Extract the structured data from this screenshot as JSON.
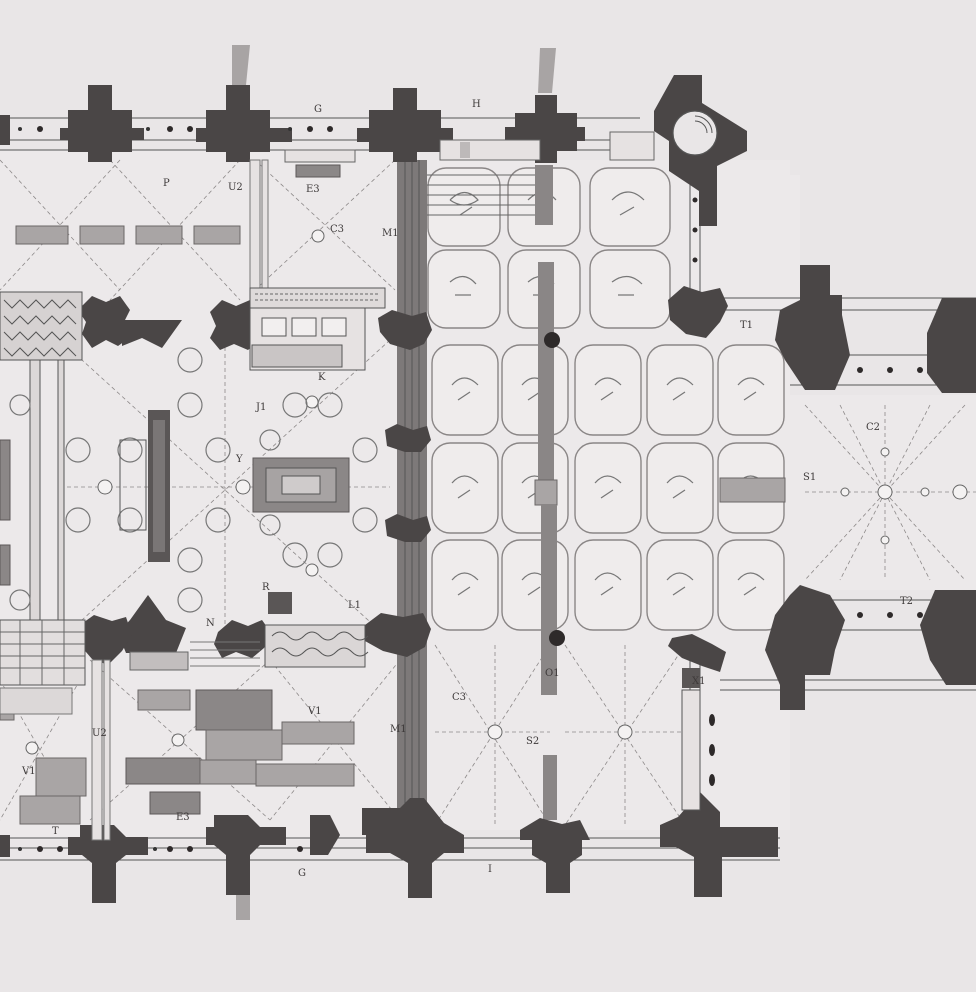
{
  "plan": {
    "labels": {
      "g_top": "G",
      "h_top": "H",
      "p": "P",
      "e3_top": "E3",
      "u2_top": "U2",
      "c3_top": "C3",
      "m1_top": "M1",
      "t_top": "T1",
      "j1": "J1",
      "k": "K",
      "y": "Y",
      "l1": "L1",
      "r": "R",
      "n": "N",
      "u2_bottom": "U2",
      "v1_left": "V1",
      "v1_mid": "V1",
      "e3_bottom": "E3",
      "m1_bottom": "M1",
      "c3_bottom": "C3",
      "s2": "S2",
      "o1": "O1",
      "g_bottom": "G",
      "i_bottom": "I",
      "c2": "C2",
      "s1": "S1",
      "t2": "T2",
      "x1": "X1",
      "t_left": "T"
    }
  }
}
